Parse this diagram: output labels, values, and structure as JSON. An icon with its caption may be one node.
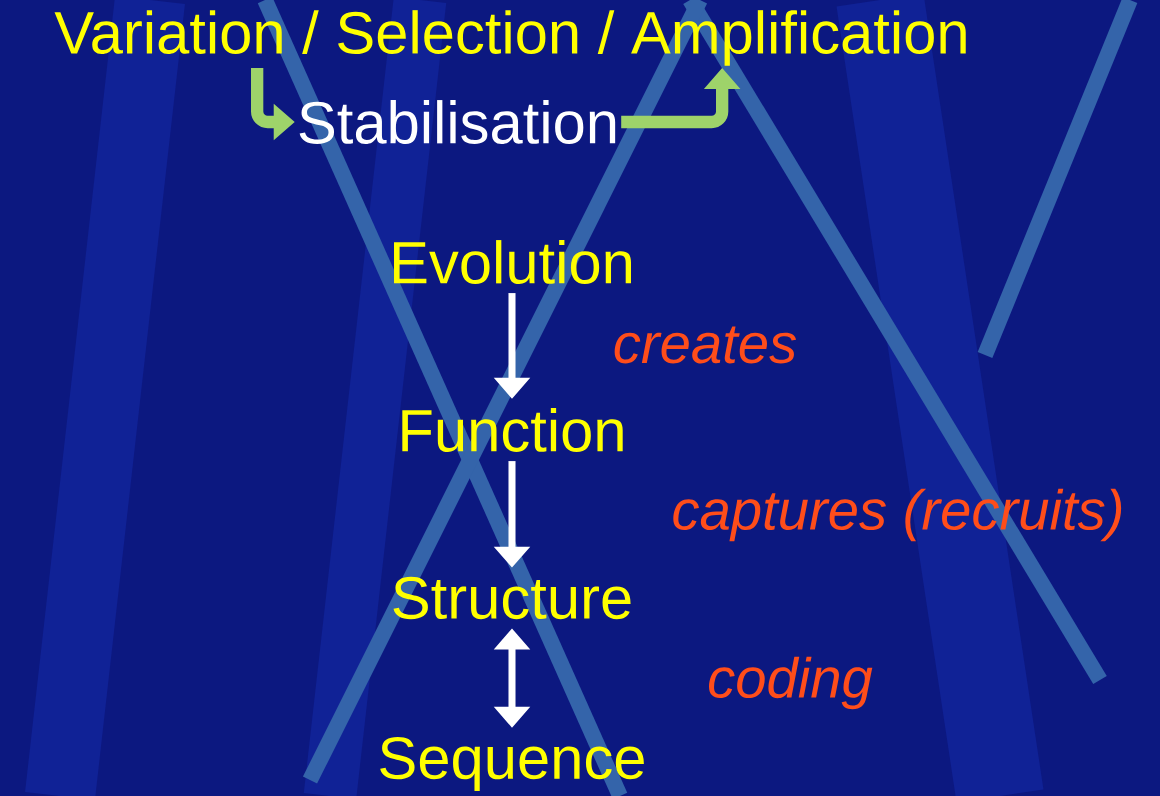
{
  "diagram": {
    "nodes": [
      {
        "text": [
          "Variation / Selection / Amplification"
        ]
      },
      {
        "text": [
          "Stabilisation"
        ]
      },
      {
        "text": [
          "Evolution"
        ]
      },
      {
        "text": [
          "Function"
        ]
      },
      {
        "text": [
          "Structure"
        ]
      },
      {
        "text": [
          "Sequence"
        ]
      }
    ],
    "edges": [
      {
        "from": 0,
        "to": 1,
        "arrow": "to",
        "color": "#9ed36a"
      },
      {
        "from": 1,
        "to": 0,
        "arrow": "to",
        "color": "#9ed36a"
      },
      {
        "from": 2,
        "to": 3,
        "arrow": "to",
        "label": "creates"
      },
      {
        "from": 3,
        "to": 4,
        "arrow": "to",
        "label": "captures (recruits)"
      },
      {
        "from": 4,
        "to": 5,
        "arrow": "both",
        "label": "coding"
      }
    ]
  }
}
